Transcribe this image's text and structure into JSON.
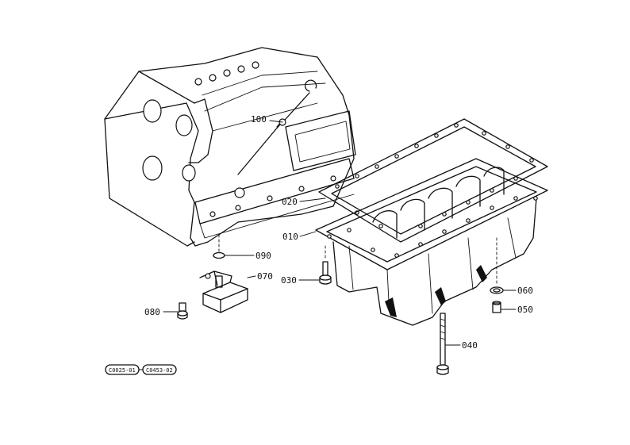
{
  "callouts": {
    "c100": "100",
    "c020": "020",
    "c010": "010",
    "c090": "090",
    "c070": "070",
    "c080": "080",
    "c030": "030",
    "c060": "060",
    "c050": "050",
    "c040": "040"
  },
  "references": {
    "left": "C0025-01",
    "right": "C0453-02"
  }
}
